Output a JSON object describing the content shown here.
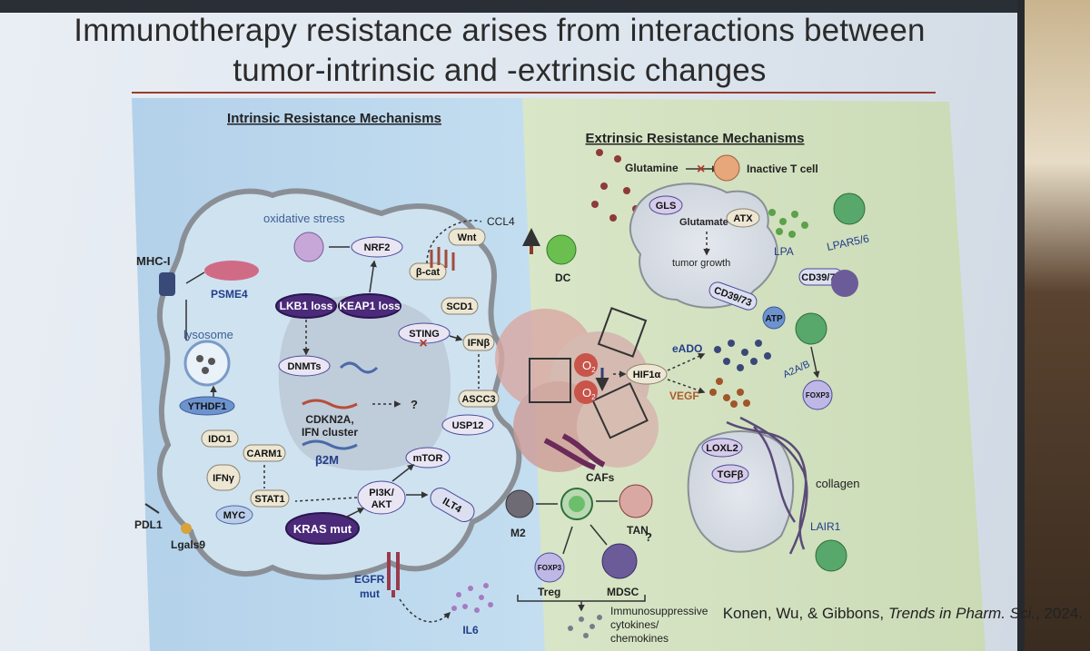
{
  "slide": {
    "title_line1": "Immunotherapy resistance arises from interactions between",
    "title_line2": "tumor-intrinsic and -extrinsic changes"
  },
  "panels": {
    "intrinsic_heading": "Intrinsic Resistance Mechanisms",
    "extrinsic_heading": "Extrinsic Resistance Mechanisms"
  },
  "intrinsic": {
    "mhc": "MHC-I",
    "psme4": "PSME4",
    "lysosome": "lysosome",
    "ythdf1": "YTHDF1",
    "ido1": "IDO1",
    "carm1": "CARM1",
    "ifng": "IFNγ",
    "stat1": "STAT1",
    "myc": "MYC",
    "pdl1": "PDL1",
    "lgals9": "Lgals9",
    "oxidative": "oxidative stress",
    "nrf2": "NRF2",
    "lkb1": "LKB1 loss",
    "keap1": "KEAP1 loss",
    "dnmts": "DNMTs",
    "cdkn2a_1": "CDKN2A,",
    "cdkn2a_2": "IFN cluster",
    "b2m": "β2M",
    "question": "?",
    "sting": "STING",
    "ifnb": "IFNβ",
    "wnt": "Wnt",
    "bcat": "β-cat",
    "scd1": "SCD1",
    "ccl4": "CCL4",
    "ascc3": "ASCC3",
    "usp12": "USP12",
    "mtor": "mTOR",
    "pi3k_1": "PI3K/",
    "pi3k_2": "AKT",
    "ilt4": "ILT4",
    "kras": "KRAS mut",
    "egfr_1": "EGFR",
    "egfr_2": "mut",
    "il6": "IL6"
  },
  "extrinsic": {
    "glutamine": "Glutamine",
    "inactive_t": "Inactive T cell",
    "gls": "GLS",
    "glutamate": "Glutamate",
    "tumor_growth": "tumor growth",
    "atx": "ATX",
    "lpa": "LPA",
    "lpar": "LPAR5/6",
    "cd39_a": "CD39/73",
    "cd39_b": "CD39/73",
    "atp": "ATP",
    "dc": "DC",
    "o2_a": "O",
    "o2_b": "O",
    "o2_sub": "2",
    "hif": "HIF1α",
    "eado": "eADO",
    "vegf": "VEGF",
    "a2a": "A2A/B",
    "foxp3_a": "FOXP3",
    "loxl2": "LOXL2",
    "tgfb": "TGFβ",
    "collagen": "collagen",
    "lair1": "LAIR1",
    "cafs": "CAFs",
    "m2": "M2",
    "tan": "TAN",
    "treg": "Treg",
    "foxp3_b": "FOXP3",
    "mdsc": "MDSC",
    "question": "?",
    "cytokines_1": "Immunosuppressive",
    "cytokines_2": "cytokines/",
    "cytokines_3": "chemokines"
  },
  "citation": {
    "authors": "Konen, Wu, & Gibbons,",
    "journal": "Trends in Pharm. Sci.",
    "year": ", 2024."
  },
  "colors": {
    "intrinsic_bg": "#b9d6ec",
    "extrinsic_bg": "#d6e4c2",
    "mutation_purple": "#4b2a7a",
    "box_fill": "#ece6d2",
    "blue_oval": "#6d93cf",
    "t_cell_green": "#57a86a",
    "title_rule": "#9a3b2f"
  }
}
